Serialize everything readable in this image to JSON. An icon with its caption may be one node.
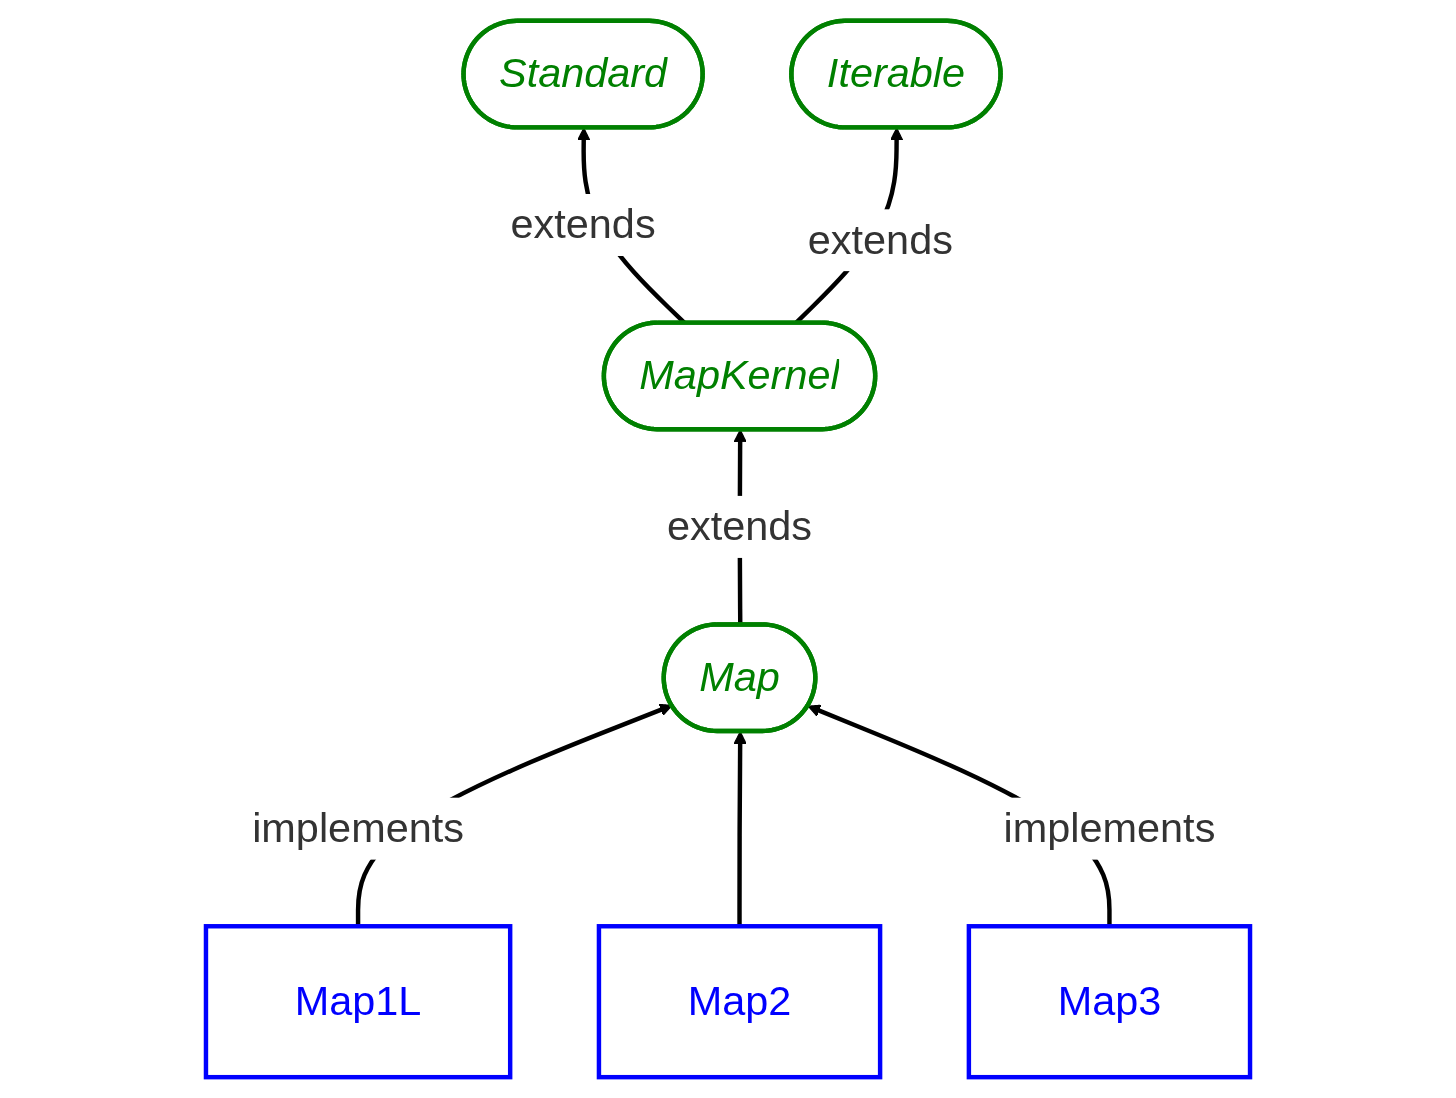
{
  "diagram": {
    "nodes": [
      {
        "text": [
          "Standard"
        ]
      },
      {
        "text": [
          "Iterable"
        ]
      },
      {
        "text": [
          "MapKernel"
        ]
      },
      {
        "text": [
          "Map"
        ]
      },
      {
        "text": [
          "Map1L"
        ]
      },
      {
        "text": [
          "Map2"
        ]
      },
      {
        "text": [
          "Map3"
        ]
      }
    ],
    "edges": [
      {
        "from": 2,
        "to": 0,
        "arrow": "to",
        "label": "extends"
      },
      {
        "from": 2,
        "to": 1,
        "arrow": "to",
        "label": "extends"
      },
      {
        "from": 3,
        "to": 2,
        "arrow": "to",
        "label": "extends"
      },
      {
        "from": 4,
        "to": 3,
        "arrow": "to",
        "label": "implements"
      },
      {
        "from": 5,
        "to": 3,
        "arrow": "to"
      },
      {
        "from": 6,
        "to": 3,
        "arrow": "to",
        "label": "implements"
      }
    ]
  }
}
